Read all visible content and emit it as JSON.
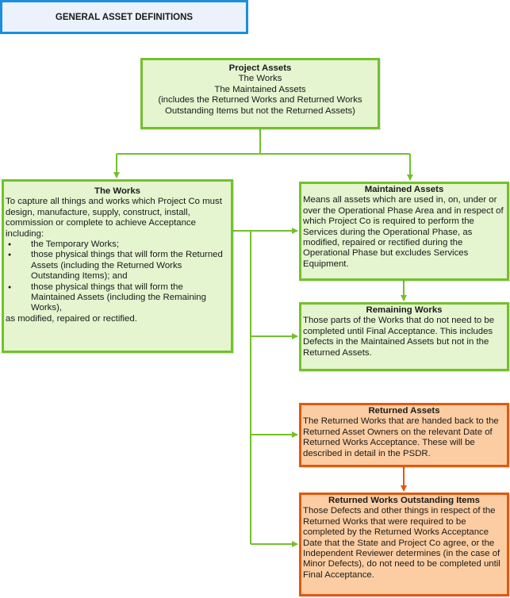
{
  "title": "GENERAL ASSET DEFINITIONS",
  "colors": {
    "title_border": "#1a8fde",
    "title_fill": "#ecf2fb",
    "green_border": "#74c02c",
    "green_fill": "#e4f5cf",
    "orange_border": "#e3580c",
    "orange_fill": "#fccda2"
  },
  "project_assets": {
    "heading": "Project Assets",
    "lines": [
      "The Works",
      "The Maintained Assets",
      "(includes the Returned Works and Returned Works",
      "Outstanding Items but not the Returned Assets)"
    ]
  },
  "the_works": {
    "heading": "The Works",
    "intro": "To capture all things and works which Project Co must design, manufacture, supply, construct, install, commission or complete to achieve Acceptance including:",
    "bullets": [
      "the Temporary Works;",
      "those physical things that will form the Returned Assets (including the Returned Works Outstanding Items); and",
      "those physical things that will form the Maintained Assets (including the Remaining Works),"
    ],
    "outro": "as modified, repaired or rectified."
  },
  "maintained_assets": {
    "heading": "Maintained Assets",
    "body": "Means all assets which are used in, on, under or over the Operational Phase Area and in respect of which Project Co is required to perform the Services during the Operational Phase, as modified, repaired or rectified during the Operational Phase but excludes Services Equipment."
  },
  "remaining_works": {
    "heading": "Remaining Works",
    "body": "Those parts of the Works that do not need to be completed until Final Acceptance. This includes Defects in the Maintained Assets but not in the Returned Assets."
  },
  "returned_assets": {
    "heading": "Returned Assets",
    "body": "The Returned Works that are handed back to the Returned Asset Owners on the relevant Date of Returned Works Acceptance. These will be described in detail in the PSDR."
  },
  "returned_works_outstanding_items": {
    "heading": "Returned Works Outstanding Items",
    "body": "Those Defects and other things in respect of the Returned Works that were required to be completed by the Returned Works Acceptance Date that the State and Project Co agree, or the Independent Reviewer determines (in the case of Minor Defects), do not need to be completed until Final Acceptance."
  }
}
